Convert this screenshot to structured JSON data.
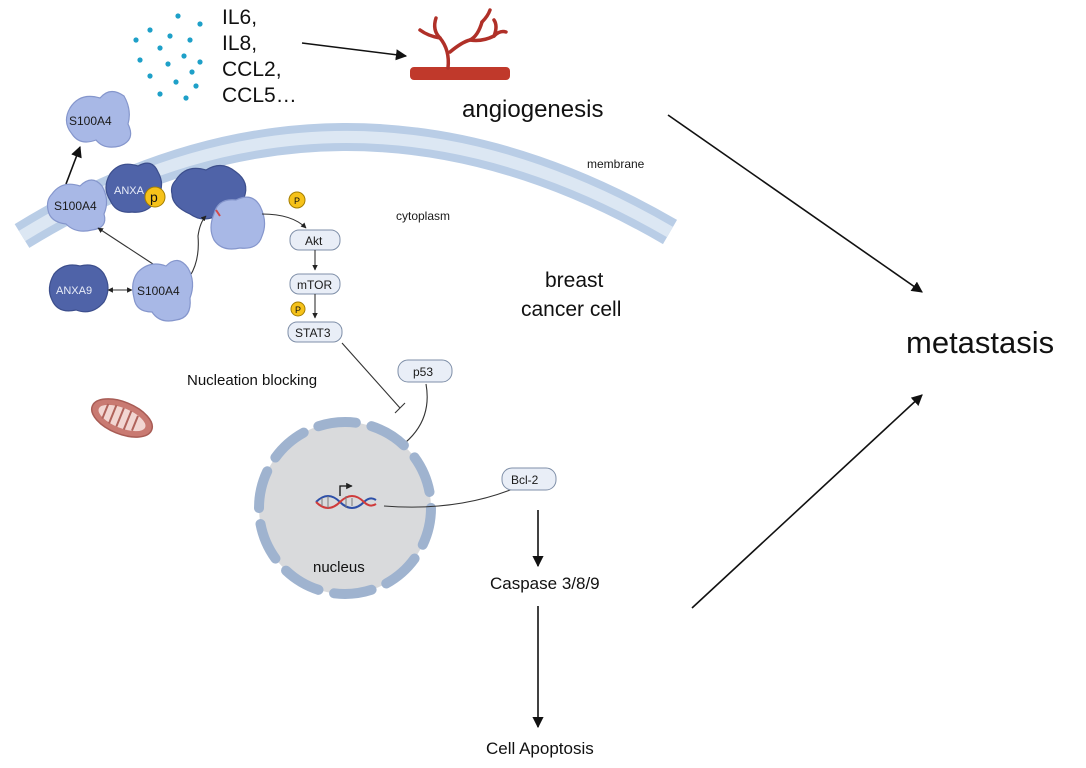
{
  "colors": {
    "membrane_outer": "#b9cde6",
    "membrane_inner": "#dce7f3",
    "protein_light": "#a8b8e6",
    "protein_dark": "#4f63a8",
    "phospho": "#f6c21a",
    "vessel": "#c0392b",
    "nucleus": "#d9dadc",
    "mitochondria": "#c97a72",
    "dots": "#1ea0c8"
  },
  "secreted": {
    "lines": [
      "IL6,",
      "IL8,",
      "CCL2,",
      "CCL5…"
    ]
  },
  "labels": {
    "angiogenesis": "angiogenesis",
    "membrane": "membrane",
    "cytoplasm": "cytoplasm",
    "breast_cancer_cell_1": "breast",
    "breast_cancer_cell_2": "cancer cell",
    "metastasis": "metastasis",
    "nucleation_blocking": "Nucleation blocking",
    "nucleus": "nucleus",
    "caspase": "Caspase 3/8/9",
    "cell_apoptosis": "Cell Apoptosis"
  },
  "proteins": {
    "s100a4_top": "S100A4",
    "s100a4_membrane": "S100A4",
    "s100a4_bottom": "S100A4",
    "anxa_membrane": "ANXA",
    "anxa9": "ANXA9"
  },
  "phospho_label": "p",
  "phospho_small": "P",
  "pathway": {
    "akt": "Akt",
    "mtor": "mTOR",
    "stat3": "STAT3",
    "p53": "p53",
    "bcl2": "Bcl-2"
  },
  "icons": [
    "blood-vessel-icon",
    "mitochondria-icon",
    "dna-icon",
    "protein-complex-icon"
  ]
}
